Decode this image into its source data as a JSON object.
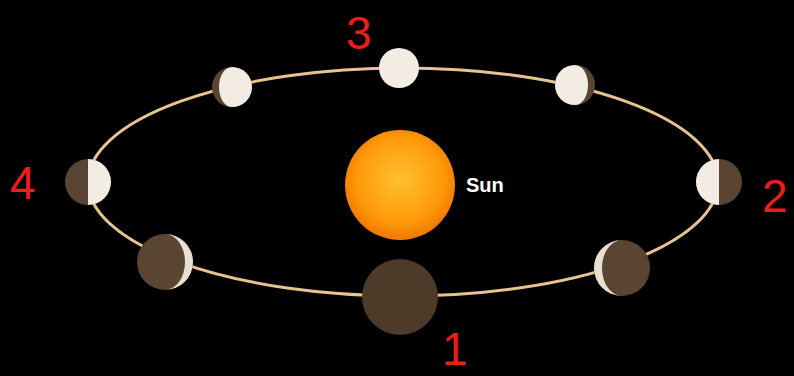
{
  "diagram": {
    "nodes": [
      {
        "text": [
          "Sun"
        ]
      }
    ],
    "labels": [
      "3",
      "4",
      "2",
      "1"
    ]
  }
}
